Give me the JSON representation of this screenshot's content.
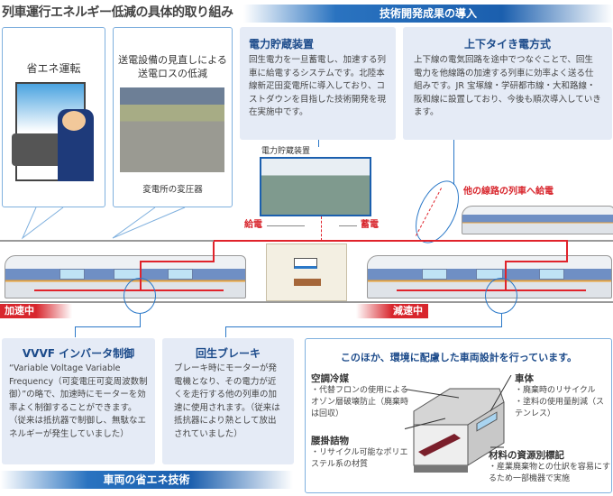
{
  "header": {
    "title": "列車運行エネルギー低減の具体的取り組み",
    "tech_banner": "技術開発成果の導入"
  },
  "panels": {
    "eco_driving": {
      "title": "省エネ運転"
    },
    "transmission": {
      "title_line1": "送電設備の見直しによる",
      "title_line2": "送電ロスの低減",
      "caption": "変電所の変圧器"
    },
    "storage": {
      "title": "電力貯蔵装置",
      "text": "回生電力を一旦蓄電し、加速する列車に給電するシステムです。北陸本線新疋田変電所に導入しており、コストダウンを目指した技術開発を現在実施中です。"
    },
    "tie": {
      "title": "上下タイき電方式",
      "text": "上下線の電気回路を途中でつなぐことで、回生電力を他線路の加速する列車に効率よく送る仕組みです。JR 宝塚線・学研都市線・大和路線・阪和線に設置しており、今後も順次導入していきます。"
    }
  },
  "diagram": {
    "storage_label": "電力貯蔵装置",
    "supply": "給電",
    "charge": "蓄電",
    "other_line": "他の線路の列車へ給電",
    "accelerating": "加速中",
    "decelerating": "減速中"
  },
  "vehicle": {
    "banner": "車両の省エネ技術",
    "vvvf": {
      "title": "VVVF インバータ制御",
      "text": "“Variable Voltage Variable Frequency（可変電圧可変周波数制御）”の略で、加速時にモーターを効率よく制御することができます。（従来は抵抗器で制御し、無駄なエネルギーが発生していました）"
    },
    "regen": {
      "title": "回生ブレーキ",
      "text": "ブレーキ時にモーターが発電機となり、その電力が近くを走行する他の列車の加速に使用されます。（従来は抵抗器により熱として放出されていました）"
    }
  },
  "eco_design": {
    "title": "このほか、環境に配慮した車両設計を行っています。",
    "aircon": {
      "title": "空調冷媒",
      "text": "・代替フロンの使用によるオゾン層破壊防止（廃棄時は回収）"
    },
    "seat": {
      "title": "腰掛詰物",
      "text": "・リサイクル可能なポリエステル系の材質"
    },
    "body": {
      "title": "車体",
      "item1": "・廃棄時のリサイクル",
      "item2": "・塗料の使用量削減（ステンレス）"
    },
    "material": {
      "title": "材料の資源別標記",
      "text": "・産業廃棄物との仕訳を容易にするため一部機器で実施"
    }
  },
  "colors": {
    "accent_blue": "#1b5fae",
    "power_red": "#e0232b",
    "card_bg": "#e5ebf6"
  }
}
